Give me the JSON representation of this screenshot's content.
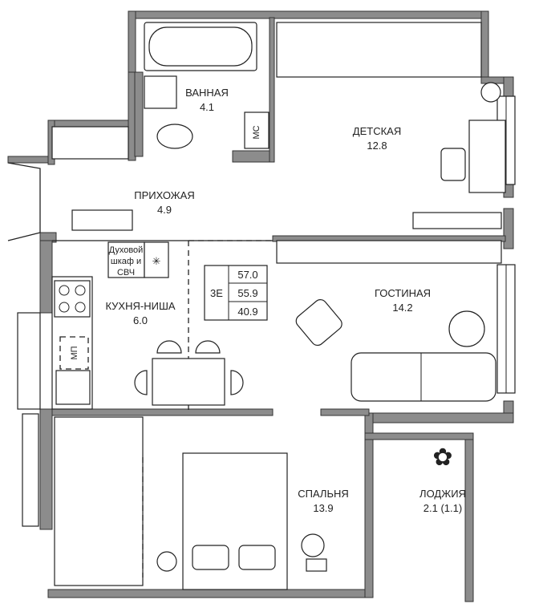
{
  "plan": {
    "rooms": [
      {
        "name": "ВАННАЯ",
        "area": "4.1"
      },
      {
        "name": "ДЕТСКАЯ",
        "area": "12.8"
      },
      {
        "name": "ПРИХОЖАЯ",
        "area": "4.9"
      },
      {
        "name": "КУХНЯ-НИША",
        "area": "6.0"
      },
      {
        "name": "ГОСТИНАЯ",
        "area": "14.2"
      },
      {
        "name": "СПАЛЬНЯ",
        "area": "13.9"
      },
      {
        "name": "ЛОДЖИЯ",
        "area": "2.1 (1.1)"
      }
    ],
    "appliance_label": [
      "Духовой",
      "шкаф и",
      "СВЧ"
    ],
    "shaft_label": "МС",
    "cooktop_label": "МП",
    "summary": {
      "type": "3Е",
      "total_area": "57.0",
      "area_no_loggia": "55.9",
      "living_area": "40.9"
    }
  }
}
